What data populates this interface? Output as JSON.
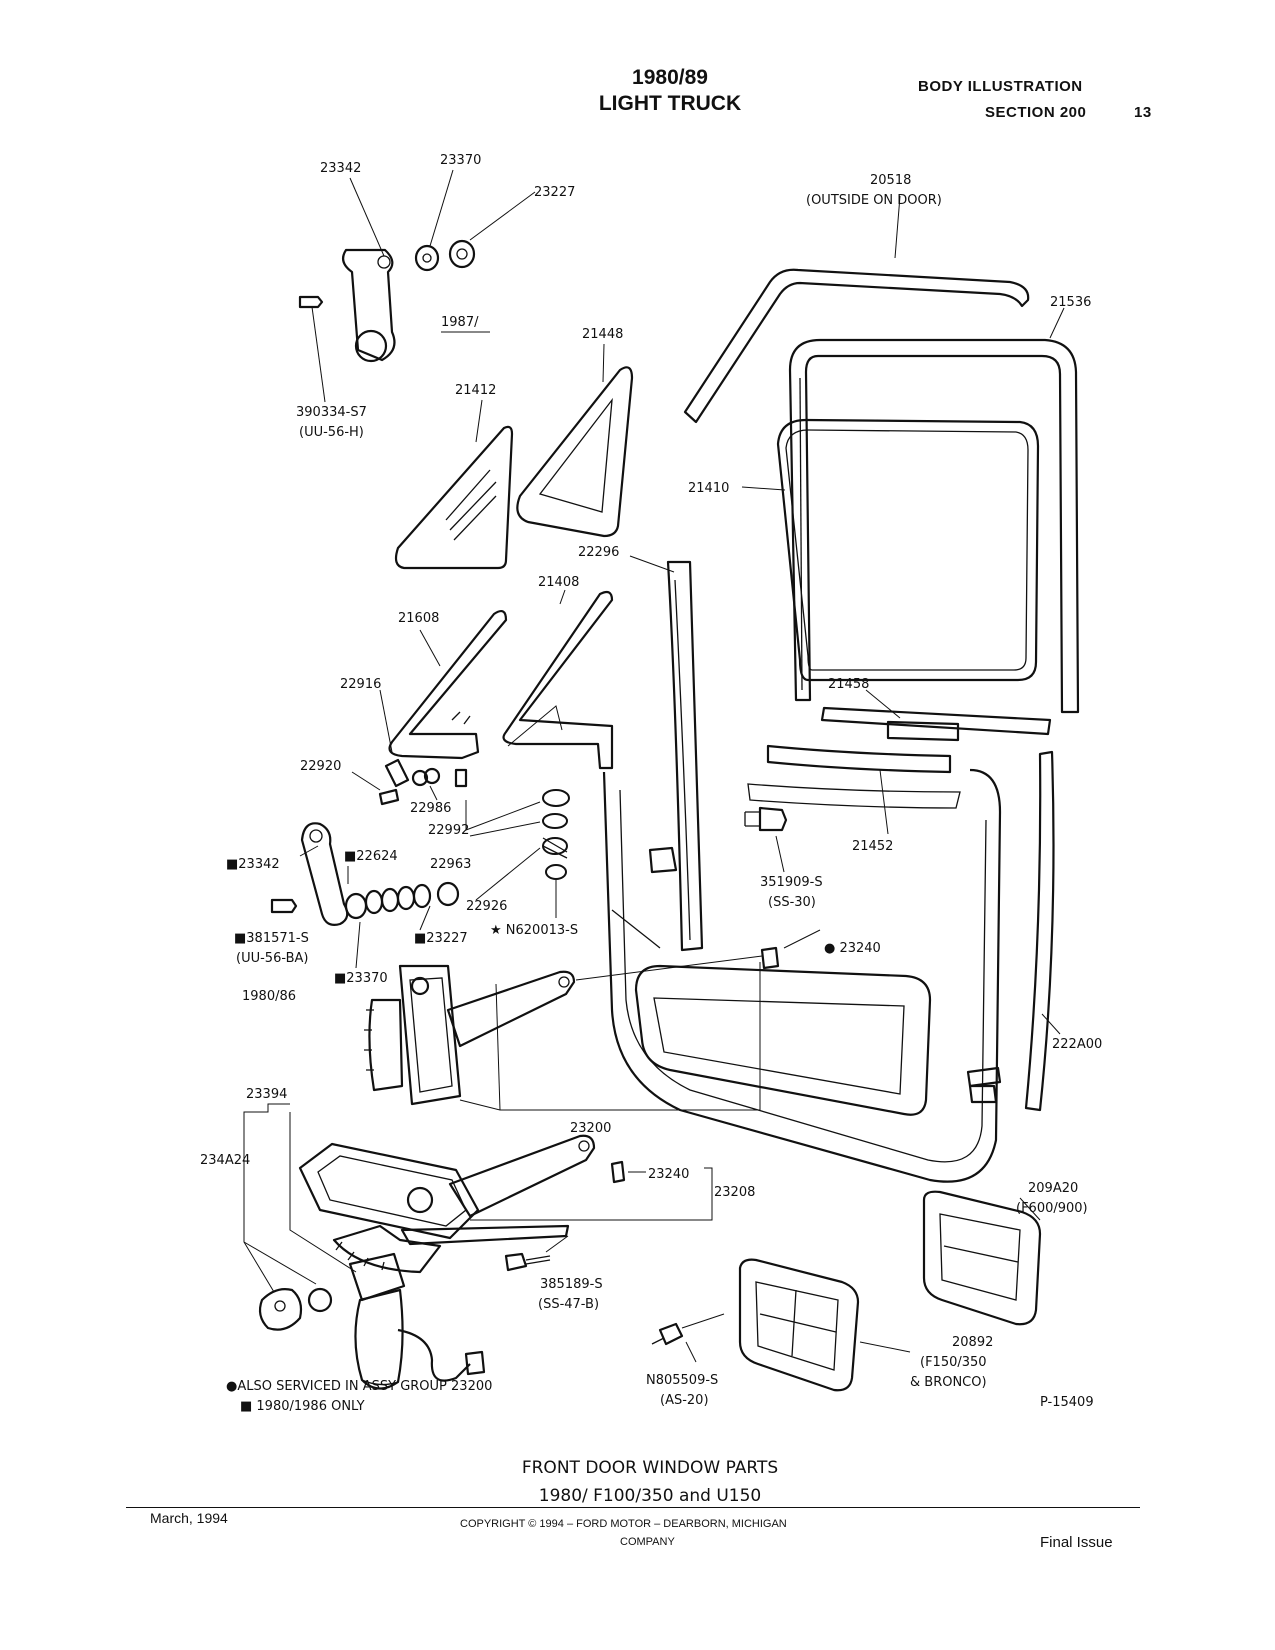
{
  "header": {
    "title_line1": "1980/89",
    "title_line2": "LIGHT TRUCK",
    "section_label": "BODY ILLUSTRATION",
    "section_number": "SECTION 200",
    "page_number": "13"
  },
  "callouts": [
    {
      "id": "c01",
      "text": "23342"
    },
    {
      "id": "c02",
      "text": "23370"
    },
    {
      "id": "c03",
      "text": "23227"
    },
    {
      "id": "c04",
      "text": "20518"
    },
    {
      "id": "c05",
      "text": "(OUTSIDE ON DOOR)"
    },
    {
      "id": "c06",
      "text": "21536"
    },
    {
      "id": "c07",
      "text": "1987/"
    },
    {
      "id": "c08",
      "text": "390334-S7"
    },
    {
      "id": "c09",
      "text": "(UU-56-H)"
    },
    {
      "id": "c10",
      "text": "21448"
    },
    {
      "id": "c11",
      "text": "21412"
    },
    {
      "id": "c12",
      "text": "21410"
    },
    {
      "id": "c13",
      "text": "22296"
    },
    {
      "id": "c14",
      "text": "21408"
    },
    {
      "id": "c15",
      "text": "21608"
    },
    {
      "id": "c16",
      "text": "22916"
    },
    {
      "id": "c17",
      "text": "21458"
    },
    {
      "id": "c18",
      "text": "22920"
    },
    {
      "id": "c19",
      "text": "22986"
    },
    {
      "id": "c20",
      "text": "22992"
    },
    {
      "id": "c21",
      "text": "21452"
    },
    {
      "id": "c22",
      "text": "■23342"
    },
    {
      "id": "c23",
      "text": "■22624"
    },
    {
      "id": "c24",
      "text": "22963"
    },
    {
      "id": "c25",
      "text": "351909-S"
    },
    {
      "id": "c26",
      "text": "(SS-30)"
    },
    {
      "id": "c27",
      "text": "22926"
    },
    {
      "id": "c28",
      "text": "■381571-S"
    },
    {
      "id": "c29",
      "text": "(UU-56-BA)"
    },
    {
      "id": "c30",
      "text": "■23227"
    },
    {
      "id": "c31",
      "text": "★ N620013-S"
    },
    {
      "id": "c32",
      "text": "● 23240"
    },
    {
      "id": "c33",
      "text": "■23370"
    },
    {
      "id": "c34",
      "text": "1980/86"
    },
    {
      "id": "c35",
      "text": "222A00"
    },
    {
      "id": "c36",
      "text": "23200"
    },
    {
      "id": "c37",
      "text": "23394"
    },
    {
      "id": "c38",
      "text": "234A24"
    },
    {
      "id": "c39",
      "text": "23240"
    },
    {
      "id": "c40",
      "text": "23208"
    },
    {
      "id": "c41",
      "text": "209A20"
    },
    {
      "id": "c42",
      "text": "(F600/900)"
    },
    {
      "id": "c43",
      "text": "385189-S"
    },
    {
      "id": "c44",
      "text": "(SS-47-B)"
    },
    {
      "id": "c45",
      "text": "20892"
    },
    {
      "id": "c46",
      "text": "(F150/350"
    },
    {
      "id": "c47",
      "text": "& BRONCO)"
    },
    {
      "id": "c48",
      "text": "N805509-S"
    },
    {
      "id": "c49",
      "text": "(AS-20)"
    },
    {
      "id": "c50",
      "text": "P-15409"
    }
  ],
  "legend": {
    "note1": "●ALSO SERVICED IN ASSY GROUP 23200",
    "note2": "■  1980/1986 ONLY"
  },
  "caption": {
    "line1": "FRONT DOOR WINDOW PARTS",
    "line2": "1980/ F100/350 and U150"
  },
  "footer": {
    "date": "March, 1994",
    "copyright_line1": "COPYRIGHT © 1994 – FORD MOTOR – DEARBORN, MICHIGAN",
    "copyright_line2": "COMPANY",
    "status": "Final Issue"
  }
}
